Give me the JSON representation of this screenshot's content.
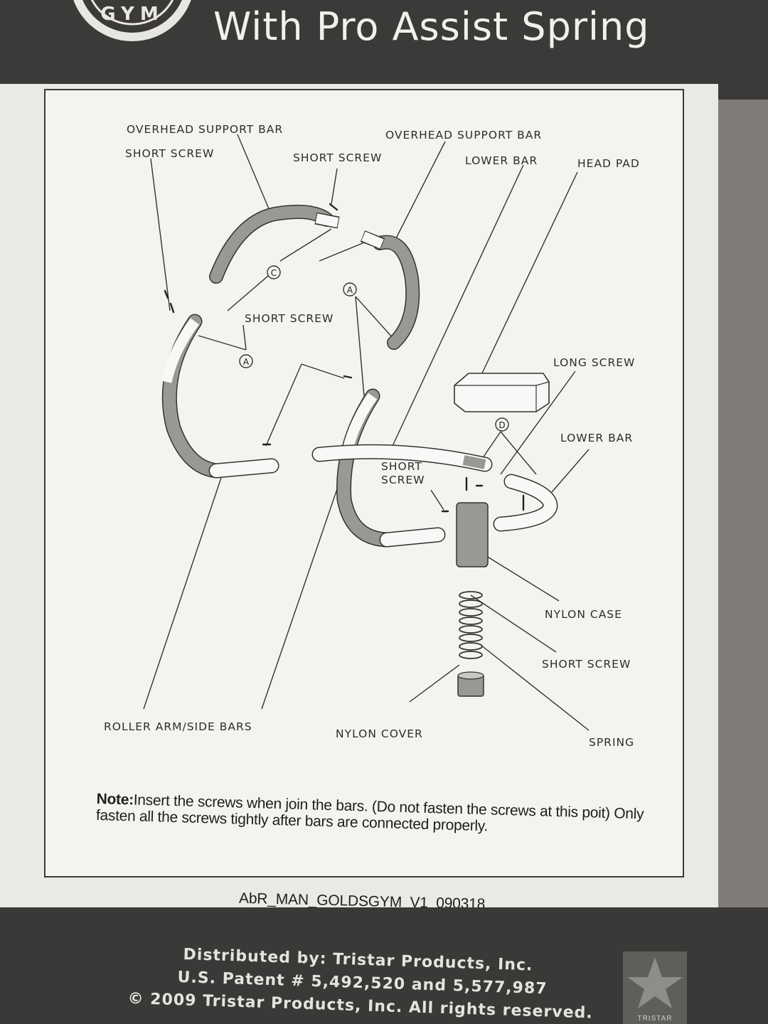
{
  "header": {
    "title": "With Pro Assist Spring",
    "logo_text": "GYM"
  },
  "diagram": {
    "labels": {
      "overhead_support_bar_left": "OVERHEAD SUPPORT BAR",
      "short_screw_top_left": "SHORT SCREW",
      "short_screw_top_mid": "SHORT SCREW",
      "overhead_support_bar_right": "OVERHEAD SUPPORT BAR",
      "lower_bar_top": "LOWER BAR",
      "head_pad": "HEAD PAD",
      "short_screw_mid": "SHORT SCREW",
      "long_screw": "LONG SCREW",
      "lower_bar_right": "LOWER BAR",
      "short_screw_center": "SHORT\nSCREW",
      "nylon_case": "NYLON CASE",
      "short_screw_lower_right": "SHORT SCREW",
      "roller_arm_side_bars": "ROLLER ARM/SIDE BARS",
      "nylon_cover": "NYLON COVER",
      "spring": "SPRING"
    },
    "markers": {
      "c": "C",
      "a_upper": "A",
      "a_left": "A",
      "d": "D"
    }
  },
  "note": {
    "lead": "Note:",
    "text": "Insert the screws when join the bars. (Do not fasten the screws at this poit) Only fasten all the screws tightly after bars are connected properly."
  },
  "document_code": "AbR_MAN_GOLDSGYM_V1_090318",
  "footer": {
    "line1": "Distributed by: Tristar Products, Inc.",
    "line2": "U.S. Patent # 5,492,520 and 5,577,987",
    "line3": "© 2009 Tristar Products, Inc. All rights reserved.",
    "badge": "TRISTAR"
  },
  "colors": {
    "bar_fill": "#9a9895",
    "panel_bg": "#f3f3f0",
    "header_bg": "#3c3a38"
  }
}
